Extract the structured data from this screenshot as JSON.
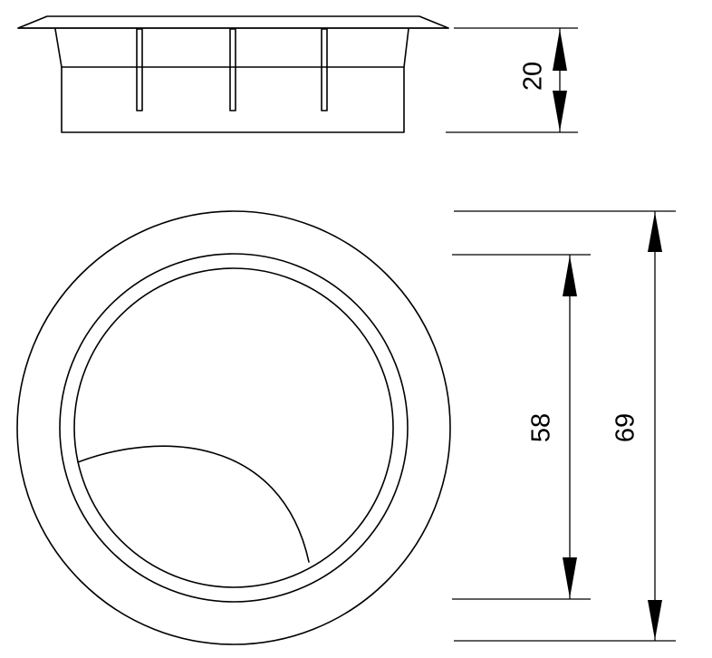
{
  "dimensions": {
    "height": "20",
    "inner_diameter": "58",
    "outer_diameter": "69"
  }
}
